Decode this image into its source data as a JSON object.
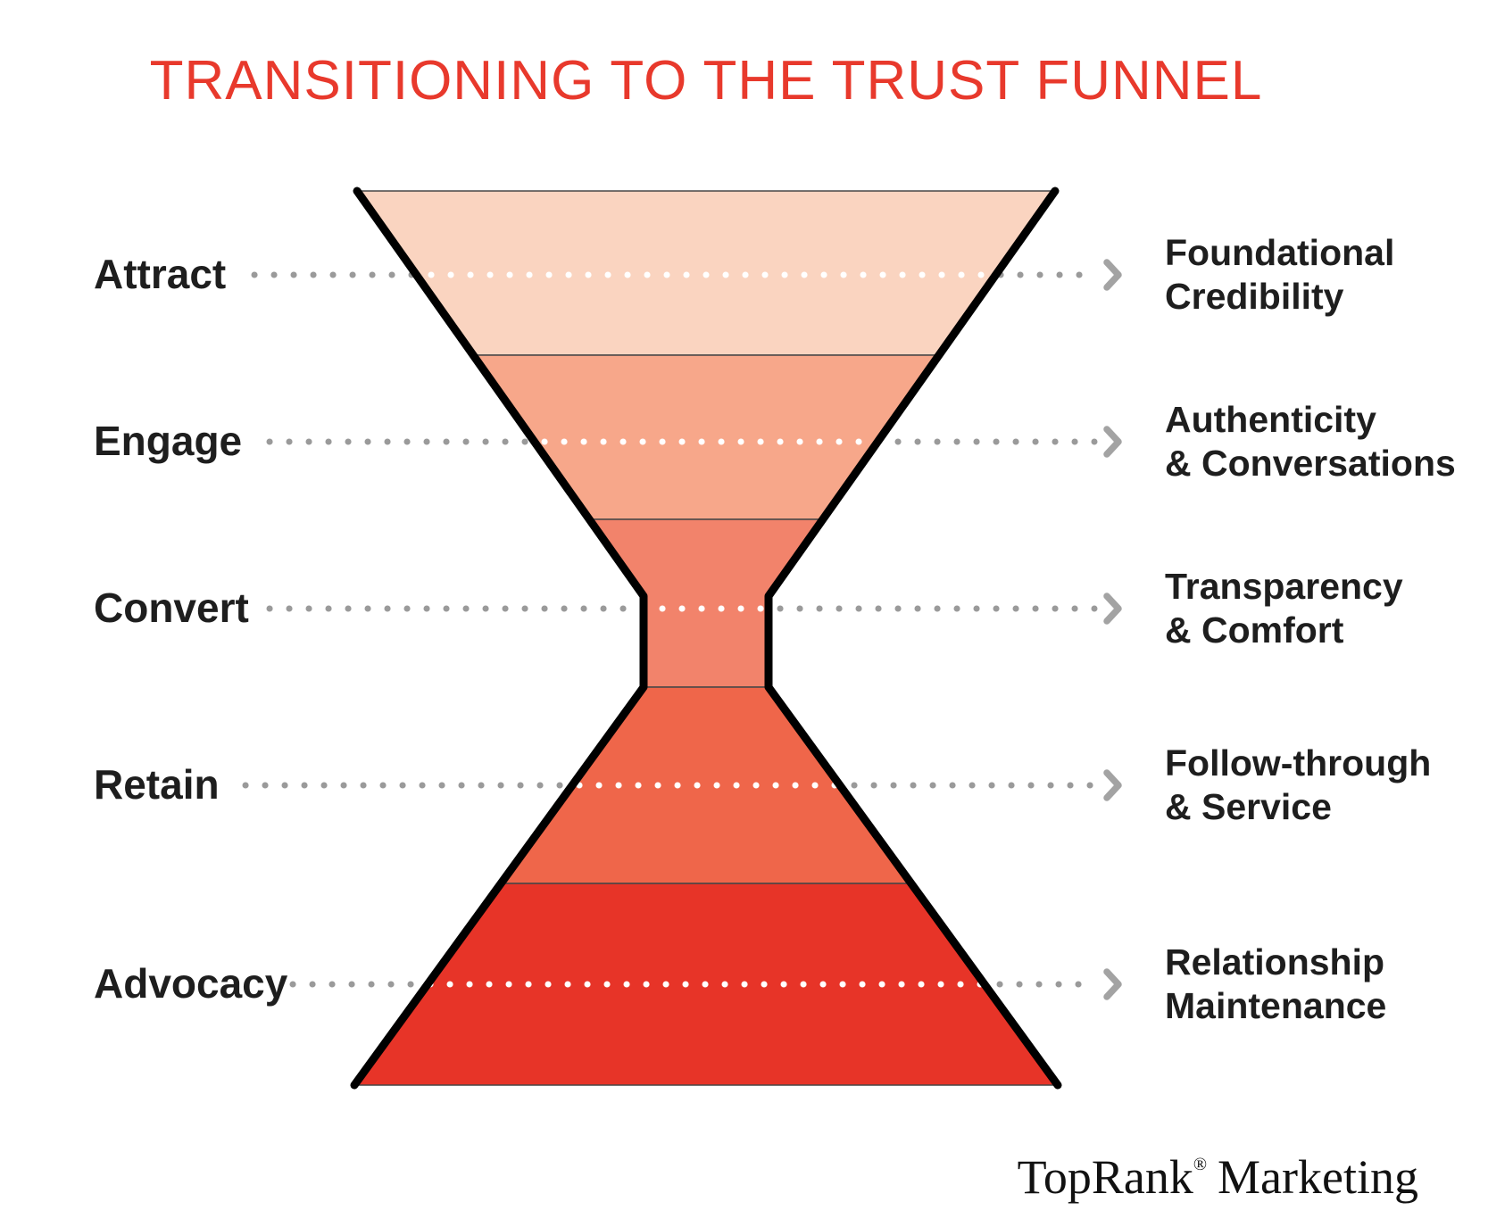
{
  "title": {
    "text": "TRANSITIONING TO THE TRUST FUNNEL",
    "color": "#E8392C"
  },
  "funnel": {
    "outline_color": "#000000",
    "divider_color": "#474747",
    "text_color": "#1E1E1E",
    "leader": {
      "dot_color_outside": "#9A9A9A",
      "dot_color_inside": "#FFFFFF",
      "arrow_color": "#A3A3A3"
    },
    "stages": [
      {
        "stage": "Attract",
        "color": "#FAD4C0",
        "trust_line1": "Foundational",
        "trust_line2": "Credibility"
      },
      {
        "stage": "Engage",
        "color": "#F7A78A",
        "trust_line1": "Authenticity",
        "trust_line2": "& Conversations"
      },
      {
        "stage": "Convert",
        "color": "#F2836B",
        "trust_line1": "Transparency",
        "trust_line2": "& Comfort"
      },
      {
        "stage": "Retain",
        "color": "#EF664A",
        "trust_line1": "Follow-through",
        "trust_line2": "& Service"
      },
      {
        "stage": "Advocacy",
        "color": "#E73428",
        "trust_line1": "Relationship",
        "trust_line2": "Maintenance"
      }
    ]
  },
  "logo": {
    "name": "TopRank",
    "registered": "®",
    "word2": "Marketing",
    "color": "#111111"
  }
}
